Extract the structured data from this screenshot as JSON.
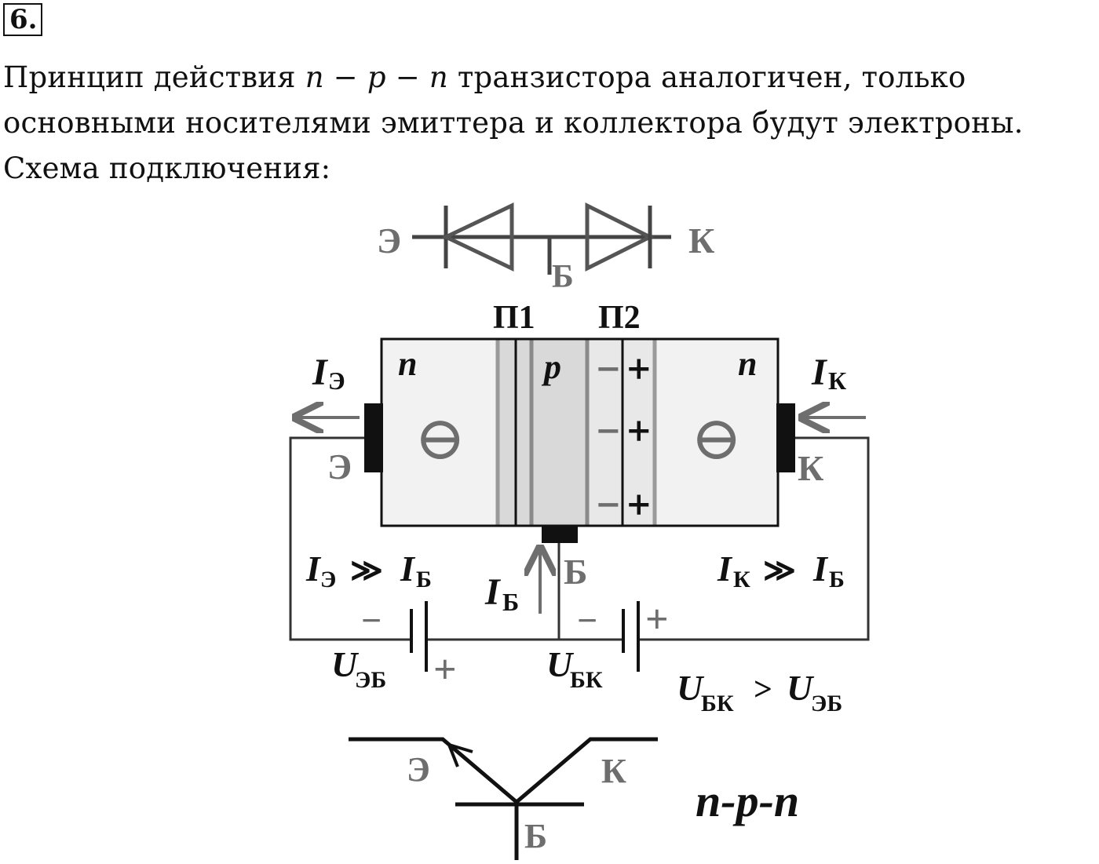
{
  "problem": {
    "number": "6.",
    "text_before": "Принцип действия ",
    "formula": "n − p − n",
    "text_after": " транзистора аналогичен, только основными носителями эмиттера и коллектора будут электроны. Схема подключения:"
  },
  "diagram": {
    "symbol_top": {
      "emitter": "Э",
      "collector": "К",
      "base": "Б"
    },
    "junctions": {
      "p1": "П1",
      "p2": "П2"
    },
    "regions": {
      "left": "n",
      "middle": "p",
      "right": "n"
    },
    "charges": {
      "carrier": "⊖",
      "minus": "−",
      "plus": "+"
    },
    "currents": {
      "emitter_I": "I",
      "emitter_sub": "Э",
      "collector_I": "I",
      "collector_sub": "К",
      "base_I": "I",
      "base_sub": "Б"
    },
    "contacts": {
      "emitter": "Э",
      "collector": "К",
      "base": "Б"
    },
    "relations": {
      "emitter": {
        "lhs_sub": "Э",
        "op": "≫",
        "rhs_sub": "Б"
      },
      "collector": {
        "lhs_sub": "К",
        "op": "≫",
        "rhs_sub": "Б"
      },
      "voltage": {
        "lhs_sub": "БК",
        "op": ">",
        "rhs_sub": "ЭБ"
      }
    },
    "batteries": {
      "left": {
        "U": "U",
        "sub": "ЭБ",
        "minus": "−",
        "plus": "+"
      },
      "right": {
        "U": "U",
        "sub": "БК",
        "minus": "−",
        "plus": "+"
      }
    },
    "bottom_symbol": {
      "emitter": "Э",
      "collector": "К",
      "base": "Б",
      "type": "n-p-n"
    }
  }
}
